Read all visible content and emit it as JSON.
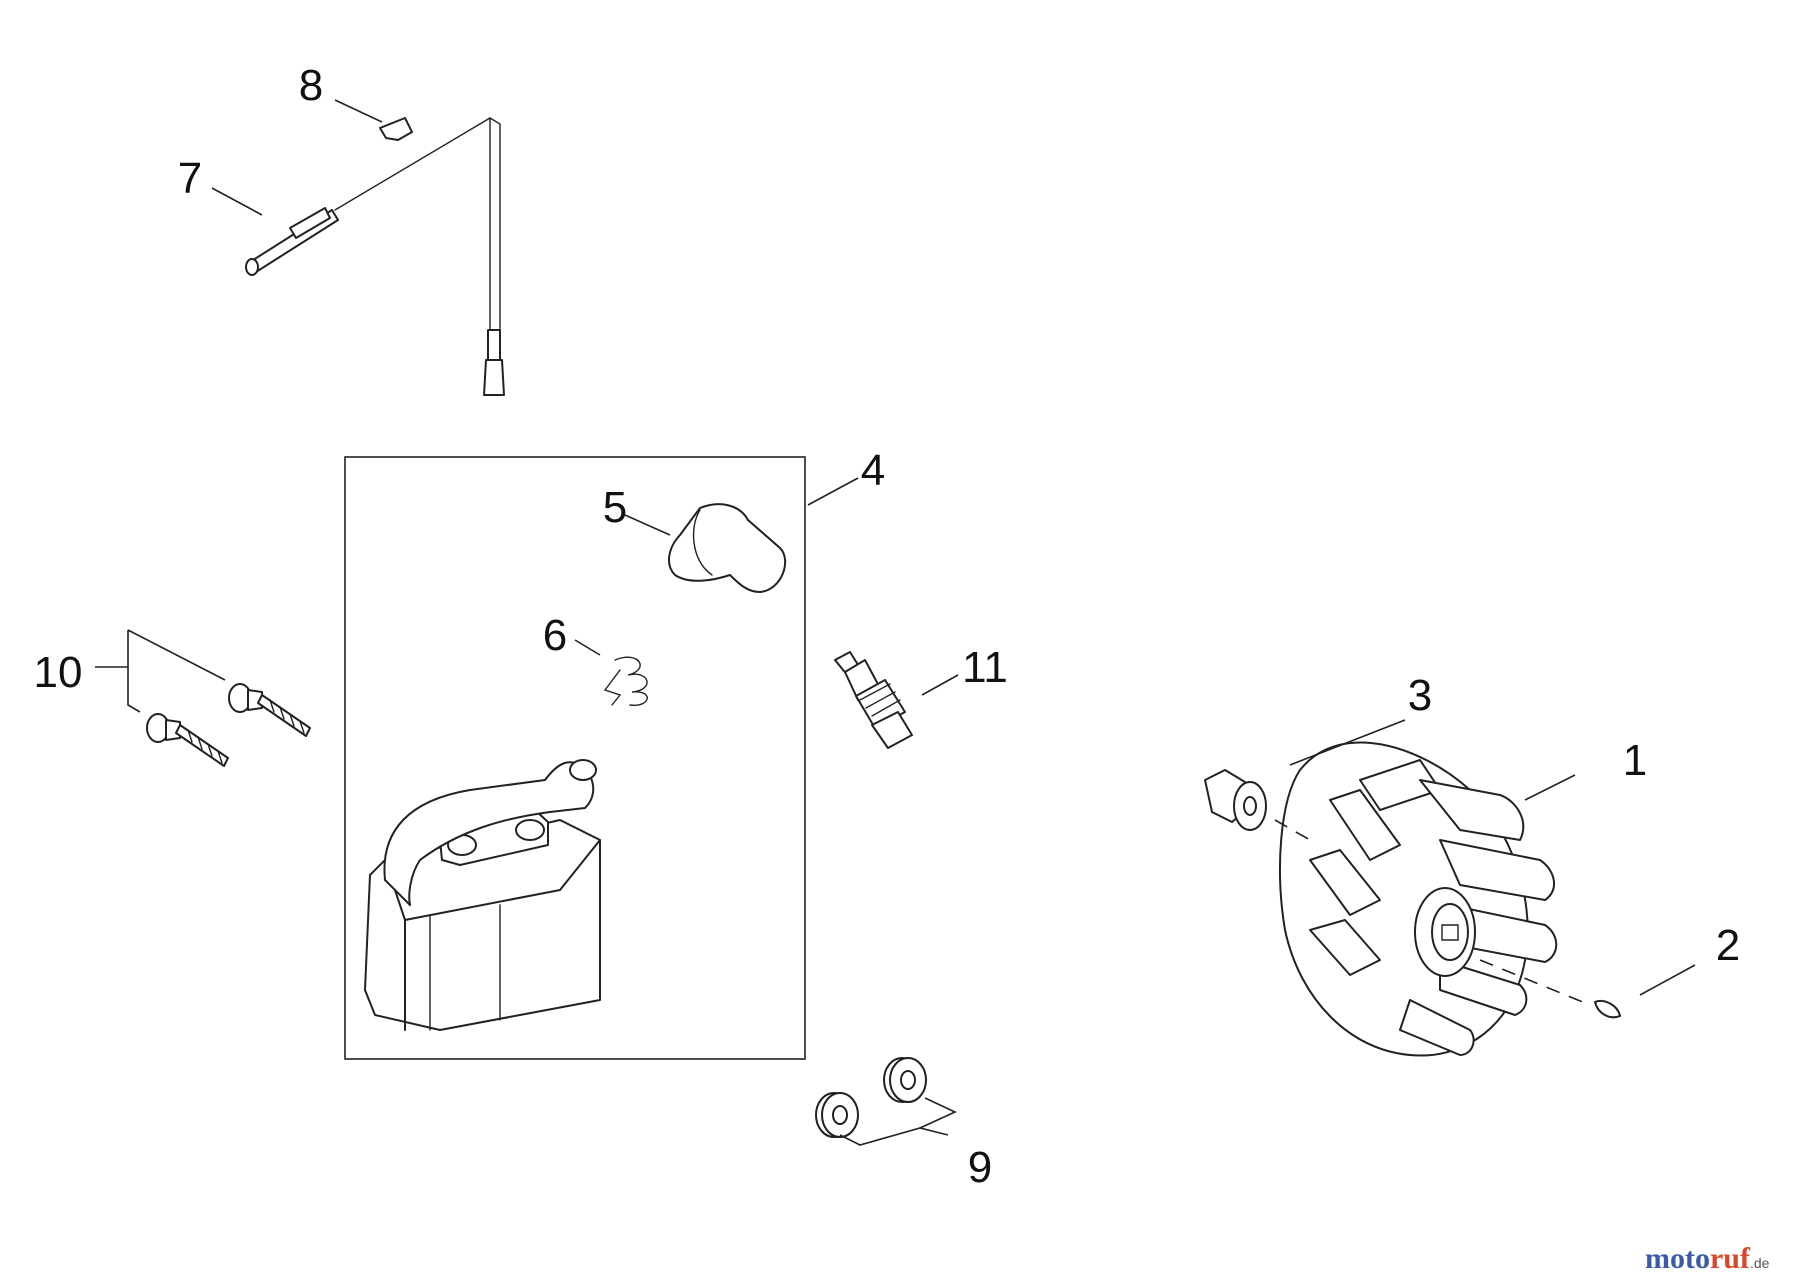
{
  "callouts": [
    "1",
    "2",
    "3",
    "4",
    "5",
    "6",
    "7",
    "8",
    "9",
    "10",
    "11"
  ],
  "watermark": {
    "part_a": "moto",
    "part_b": "ruf",
    "suffix": ".de",
    "color_a": "#3b5aa8",
    "color_b": "#d9472b"
  }
}
